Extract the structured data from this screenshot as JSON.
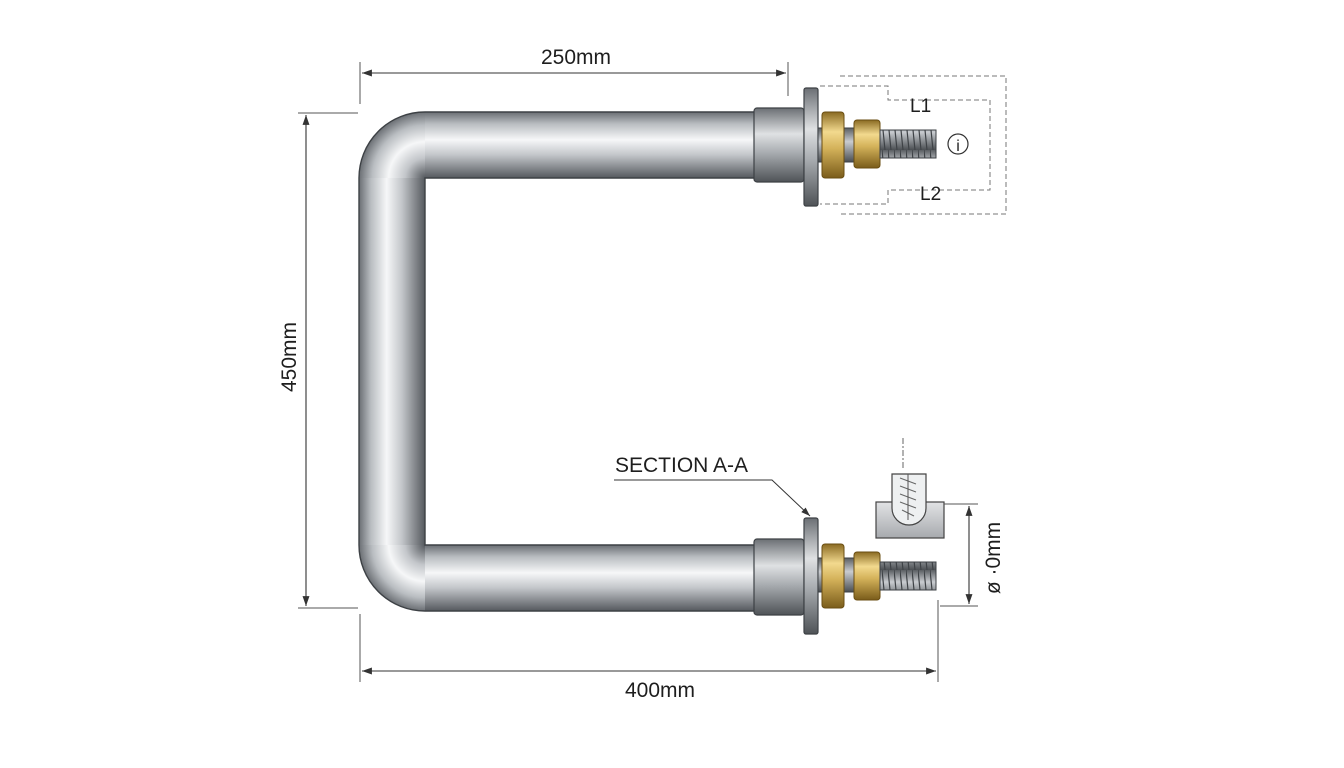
{
  "diagram": {
    "dimensions": {
      "top_width": "250mm",
      "height": "450mm",
      "bottom_width": "400mm",
      "diameter": "ø ·0mm"
    },
    "section_label": "SECTION A-A",
    "terminal_labels": {
      "l1": "L1",
      "l2": "L2",
      "symbol": "i"
    },
    "colors": {
      "tube_light": "#f4f5f6",
      "tube_mid": "#b8bcc0",
      "tube_dark": "#5f6368",
      "brass": "#d4b25a",
      "brass_dark": "#8a6a22",
      "dim_line": "#333333"
    }
  }
}
